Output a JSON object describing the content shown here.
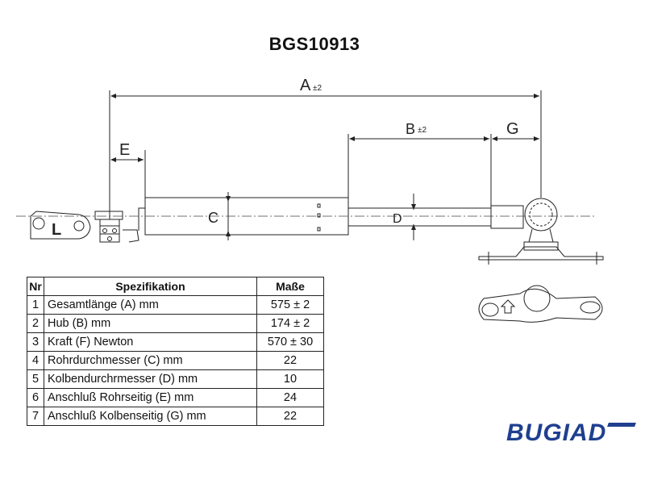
{
  "title": "BGS10913",
  "dimension_labels": {
    "A": "A",
    "A_tol": "±2",
    "B": "B",
    "B_tol": "±2",
    "E": "E",
    "G": "G",
    "C": "C",
    "D": "D",
    "L": "L"
  },
  "spec_table": {
    "headers": [
      "Nr",
      "Spezifikation",
      "Maße"
    ],
    "rows": [
      {
        "nr": "1",
        "spec": "Gesamtlänge (A) mm",
        "value": "575 ± 2"
      },
      {
        "nr": "2",
        "spec": "Hub (B)  mm",
        "value": "174 ± 2"
      },
      {
        "nr": "3",
        "spec": "Kraft (F) Newton",
        "value": "570 ± 30"
      },
      {
        "nr": "4",
        "spec": "Rohrdurchmesser (C) mm",
        "value": "22"
      },
      {
        "nr": "5",
        "spec": "Kolbendurchrmesser (D) mm",
        "value": "10"
      },
      {
        "nr": "6",
        "spec": "Anschluß Rohrseitig (E) mm",
        "value": "24"
      },
      {
        "nr": "7",
        "spec": "Anschluß Kolbenseitig (G) mm",
        "value": "22"
      }
    ]
  },
  "brand": {
    "logo_text": "BUGIAD",
    "color": "#1f3f8f"
  }
}
